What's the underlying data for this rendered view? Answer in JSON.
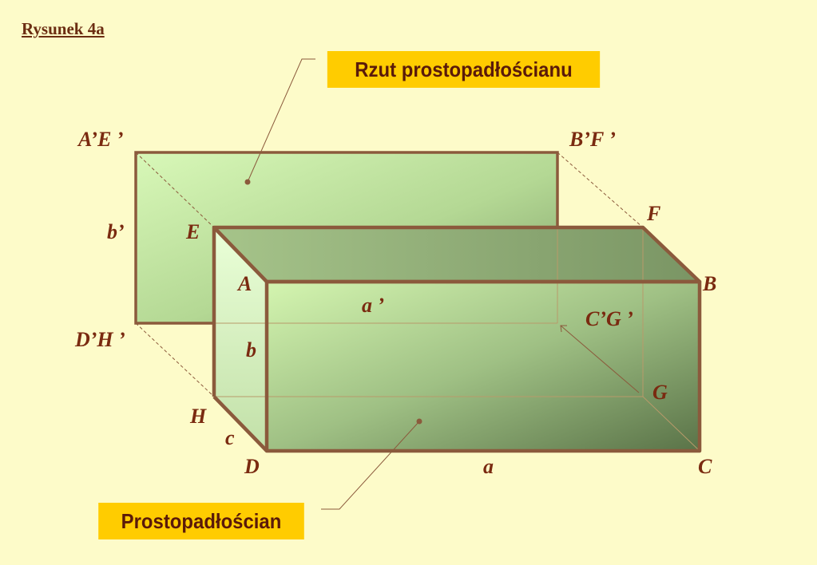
{
  "title": "Rysunek  4a",
  "callouts": {
    "projection": "Rzut prostopadłościanu",
    "cuboid": "Prostopadłościan"
  },
  "labels": {
    "AE_proj": "A’E ’",
    "BF_proj": "B’F ’",
    "b_proj": "b’",
    "E": "E",
    "F": "F",
    "A": "A",
    "B": "B",
    "a_proj": "a ’",
    "CG_proj": "C’G ’",
    "DH_proj": "D’H ’",
    "b": "b",
    "G": "G",
    "H": "H",
    "c": "c",
    "D": "D",
    "a": "a",
    "C": "C"
  },
  "colors": {
    "background": "#fdfbc9",
    "edge": "#8b5a3c",
    "callout_fill": "#ffcc00",
    "label_text": "#7a2a10"
  }
}
